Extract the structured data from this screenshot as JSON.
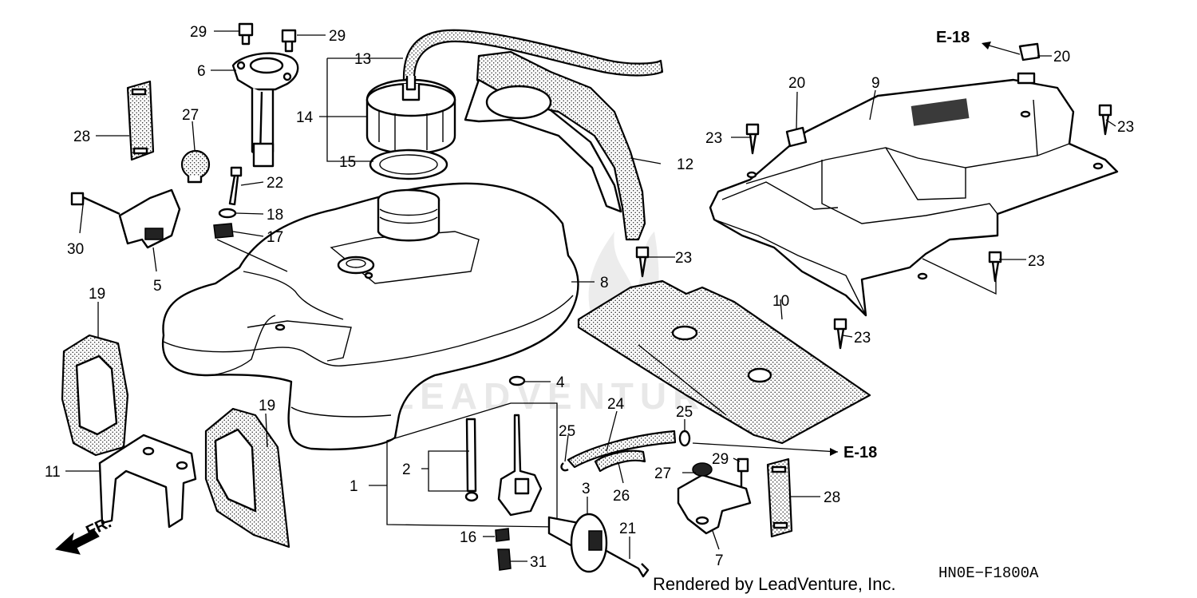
{
  "diagram": {
    "callouts": [
      "1",
      "2",
      "3",
      "4",
      "5",
      "6",
      "7",
      "8",
      "9",
      "10",
      "11",
      "12",
      "13",
      "14",
      "15",
      "16",
      "17",
      "18",
      "19",
      "20",
      "21",
      "22",
      "23",
      "24",
      "25",
      "26",
      "27",
      "28",
      "29",
      "30",
      "31"
    ],
    "refs": {
      "e18": "E-18",
      "front": "FR."
    },
    "watermark": "LEADVENTURE",
    "credit": "Rendered by LeadVenture, Inc.",
    "drawing_code": "HN0E−F1800A"
  }
}
